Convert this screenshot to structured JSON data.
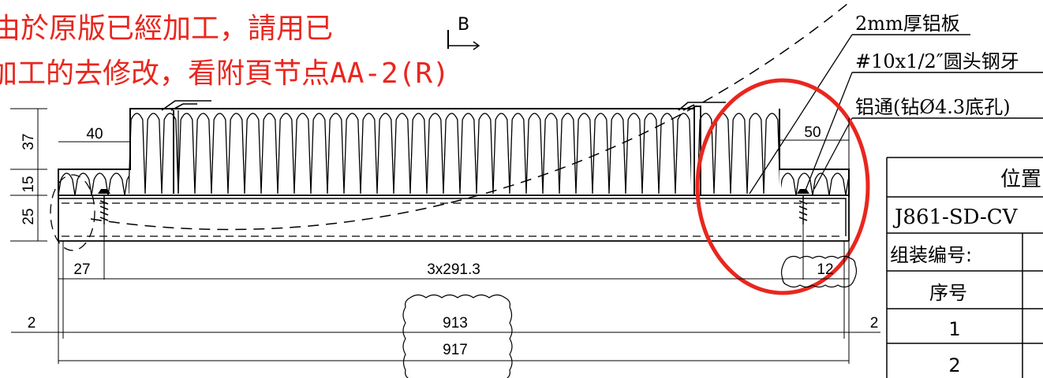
{
  "note": {
    "line1": "由於原版已經加工，請用已",
    "line2_cn": "加工的去修改，看附頁节点",
    "line2_code": "AA-2(R)",
    "color": "#e8271f"
  },
  "section_marker": "B",
  "callouts": {
    "plate": "2mm厚铝板",
    "screw": "#10x1/2″圆头钢牙",
    "rivet": "铝通(钻Ø4.3底孔)"
  },
  "dimensions": {
    "left_37": "37",
    "left_15": "15",
    "left_25": "25",
    "top_40": "40",
    "top_50": "50",
    "d27": "27",
    "d12": "12",
    "spacing": "3x291.3",
    "w913": "913",
    "w917": "917",
    "left_2": "2",
    "right_2": "2"
  },
  "table": {
    "title": "位置",
    "drawing_no": "J861-SD-CV",
    "assembly_label": "组装编号:",
    "col_header": "序号",
    "col_header2_partial": "",
    "rows": [
      "1",
      "2"
    ]
  }
}
